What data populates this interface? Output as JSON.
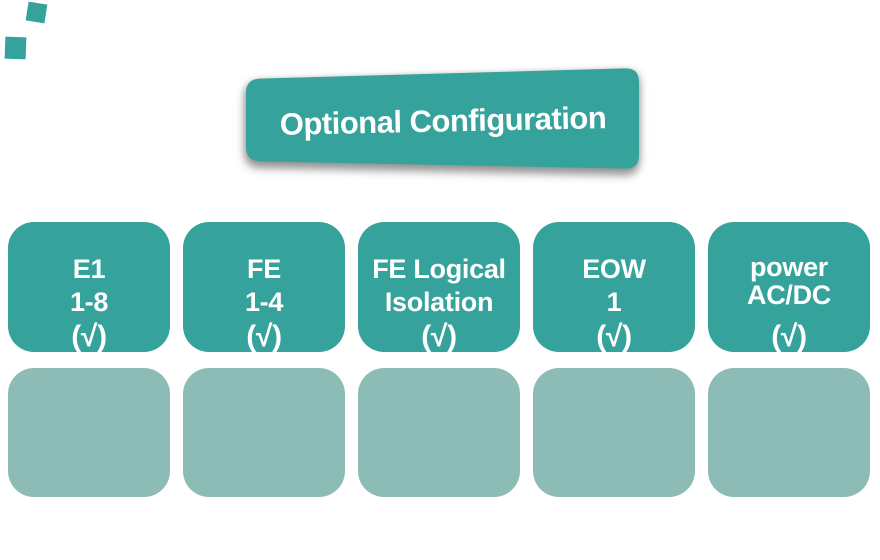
{
  "colors": {
    "teal": "#35A39B",
    "light_teal": "#8DBCB6",
    "text_on_teal": "#FFFFFF",
    "background": "#FFFFFF",
    "shadow": "#6E6E6E"
  },
  "banner": {
    "title": "Optional Configuration"
  },
  "decor": {
    "top_left_squares": [
      "teal-square",
      "teal-square"
    ]
  },
  "columns": [
    {
      "lines": [
        "E1",
        "1-8"
      ],
      "check": "(√)"
    },
    {
      "lines": [
        "FE",
        "1-4"
      ],
      "check": "(√)"
    },
    {
      "lines": [
        "FE Logical",
        "Isolation"
      ],
      "check": "(√)"
    },
    {
      "lines": [
        "EOW",
        "1"
      ],
      "check": "(√)"
    },
    {
      "lines": [
        "power",
        "AC/DC"
      ],
      "check": "(√)"
    }
  ],
  "placeholder_cards": 5
}
